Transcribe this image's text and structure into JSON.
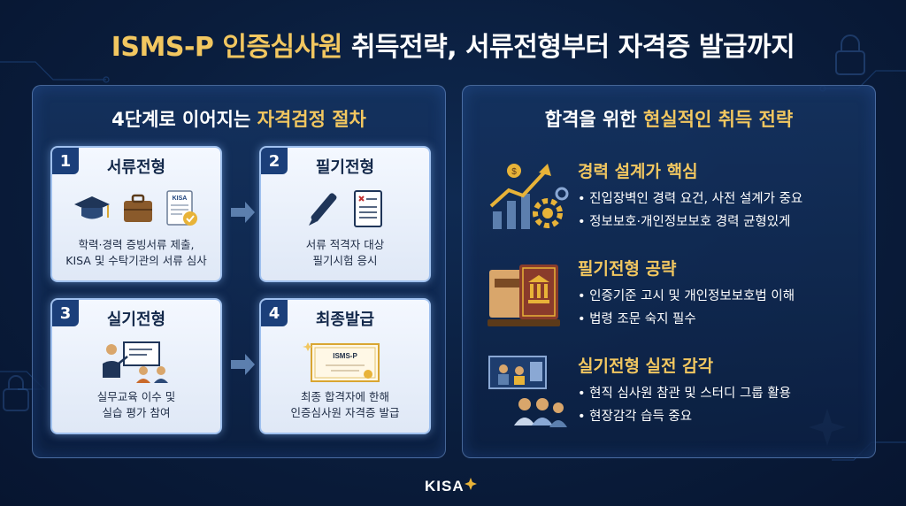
{
  "title": {
    "part1": "ISMS-P 인증심사원",
    "part2": " 취득전략, 서류전형부터 자격증 발급까지"
  },
  "left_panel": {
    "title_part1": "4단계로 이어지는 ",
    "title_part2": "자격검정 절차",
    "steps": [
      {
        "num": "1",
        "name": "서류전형",
        "desc1": "학력·경력 증빙서류 제출,",
        "desc2": "KISA 및 수탁기관의 서류 심사",
        "doc_label": "KISA"
      },
      {
        "num": "2",
        "name": "필기전형",
        "desc1": "서류 적격자 대상",
        "desc2": "필기시험 응시"
      },
      {
        "num": "3",
        "name": "실기전형",
        "desc1": "실무교육 이수 및",
        "desc2": "실습 평가 참여"
      },
      {
        "num": "4",
        "name": "최종발급",
        "desc1": "최종 합격자에 한해",
        "desc2": "인증심사원 자격증 발급",
        "cert_label": "ISMS-P"
      }
    ]
  },
  "right_panel": {
    "title_part1": "합격을 위한 ",
    "title_part2": "현실적인 취득 전략",
    "strategies": [
      {
        "title": "경력 설계가 핵심",
        "bullets": [
          "• 진입장벽인 경력 요건, 사전 설계가 중요",
          "• 정보보호·개인정보보호 경력 균형있게"
        ]
      },
      {
        "title": "필기전형 공략",
        "bullets": [
          "• 인증기준 고시 및 개인정보보호법 이해",
          "• 법령 조문 숙지 필수"
        ]
      },
      {
        "title": "실기전형 실전 감각",
        "bullets": [
          "• 현직 심사원 참관 및 스터디 그룹 활용",
          "• 현장감각 습득 중요"
        ]
      }
    ]
  },
  "footer": {
    "logo": "KISA"
  },
  "colors": {
    "accent": "#f2c760",
    "background": "#0a1d3c",
    "card": "#eef3fb",
    "badge": "#1b3f7a"
  }
}
